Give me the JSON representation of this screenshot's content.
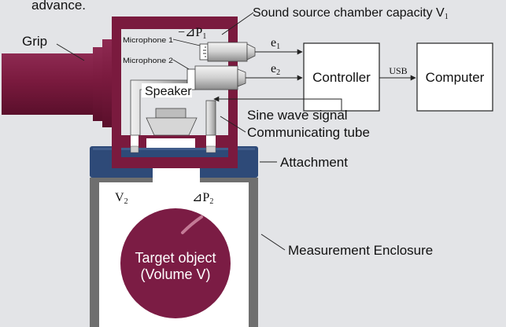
{
  "header_fragment": "advance.",
  "labels": {
    "grip": "Grip",
    "sound_chamber": "Sound source chamber capacity V",
    "sound_chamber_sub": "1",
    "dp1": "−⊿P",
    "dp1_sub": "1",
    "mic1": "Microphone 1",
    "mic2": "Microphone 2",
    "e1": "e",
    "e1_sub": "1",
    "e2": "e",
    "e2_sub": "2",
    "controller": "Controller",
    "usb": "USB",
    "computer": "Computer",
    "speaker": "Speaker",
    "sine_wave": "Sine wave signal",
    "communicating_tube": "Communicating tube",
    "attachment": "Attachment",
    "v2": "V",
    "v2_sub": "2",
    "dp2": "⊿P",
    "dp2_sub": "2",
    "target_line1": "Target object",
    "target_line2": "(Volume V)",
    "measurement_enclosure": "Measurement Enclosure"
  },
  "colors": {
    "background": "#e3e4e7",
    "chamber": "#7a1a3e",
    "attachment": "#2e4a78",
    "enclosure": "#6f6f6f",
    "target": "#7b1c44",
    "box_fill": "#ffffff",
    "line": "#222222"
  }
}
